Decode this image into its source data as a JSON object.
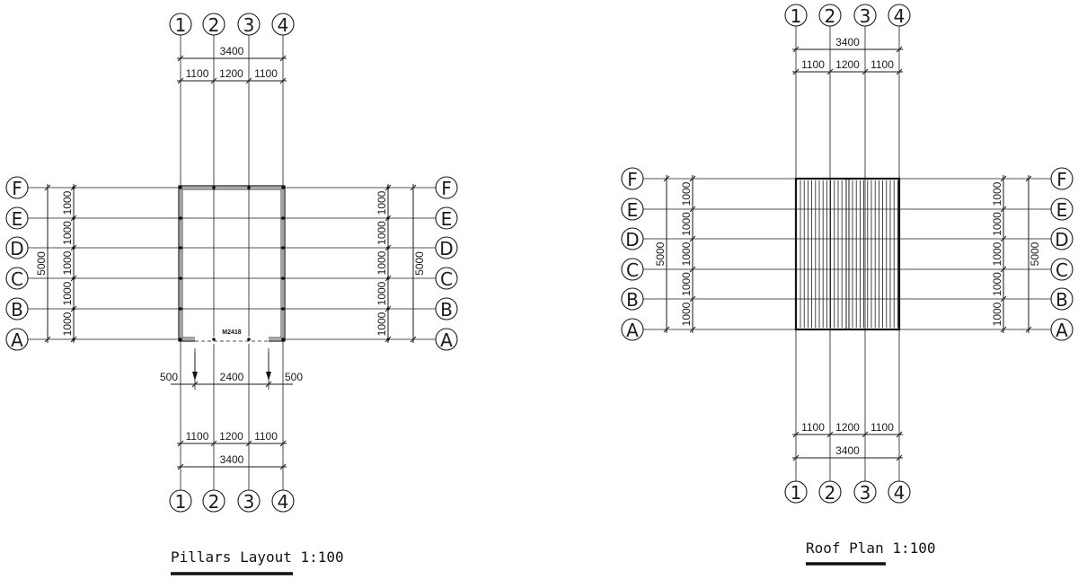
{
  "drawings": [
    {
      "id": "pillars",
      "title": "Pillars Layout 1:100",
      "col_labels": [
        "1",
        "2",
        "3",
        "4"
      ],
      "row_labels": [
        "A",
        "B",
        "C",
        "D",
        "E",
        "F"
      ],
      "col_spacings": [
        "1100",
        "1200",
        "1100"
      ],
      "col_total": "3400",
      "row_spacings": [
        "1000",
        "1000",
        "1000",
        "1000",
        "1000"
      ],
      "row_total": "5000",
      "door_label": "M2418",
      "door_dims": [
        "500",
        "2400",
        "500"
      ]
    },
    {
      "id": "roof",
      "title": "Roof Plan 1:100",
      "col_labels": [
        "1",
        "2",
        "3",
        "4"
      ],
      "row_labels": [
        "A",
        "B",
        "C",
        "D",
        "E",
        "F"
      ],
      "col_spacings": [
        "1100",
        "1200",
        "1100"
      ],
      "col_total": "3400",
      "row_spacings": [
        "1000",
        "1000",
        "1000",
        "1000",
        "1000"
      ],
      "row_total": "5000"
    }
  ]
}
